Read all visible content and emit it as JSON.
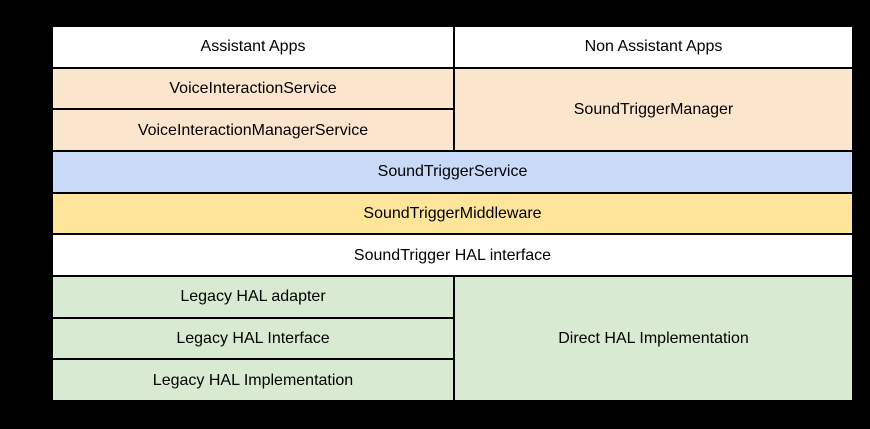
{
  "canvas": {
    "background": "#000000"
  },
  "diagram": {
    "type": "layered-stack",
    "description": "SoundTrigger architecture stack diagram",
    "colors": {
      "apps_layer": "#ffffff",
      "framework_api_layer": "#fce5cd",
      "system_service_layer": "#c9daf8",
      "middleware_layer": "#ffe599",
      "hal_interface_layer": "#ffffff",
      "hal_implementation_layer": "#d9ead3",
      "border": "#000000",
      "text": "#000000"
    },
    "cells": [
      {
        "id": "assistant-apps",
        "label": "Assistant Apps",
        "color": "#ffffff"
      },
      {
        "id": "non-assistant-apps",
        "label": "Non Assistant Apps",
        "color": "#ffffff"
      },
      {
        "id": "voice-interaction-service",
        "label": "VoiceInteractionService",
        "color": "#fce5cd"
      },
      {
        "id": "sound-trigger-manager",
        "label": "SoundTriggerManager",
        "color": "#fce5cd"
      },
      {
        "id": "voice-interaction-manager-service",
        "label": "VoiceInteractionManagerService",
        "color": "#fce5cd"
      },
      {
        "id": "sound-trigger-service",
        "label": "SoundTriggerService",
        "color": "#c9daf8"
      },
      {
        "id": "sound-trigger-middleware",
        "label": "SoundTriggerMiddleware",
        "color": "#ffe599"
      },
      {
        "id": "soundtrigger-hal-interface",
        "label": "SoundTrigger HAL interface",
        "color": "#ffffff"
      },
      {
        "id": "legacy-hal-adapter",
        "label": "Legacy HAL adapter",
        "color": "#d9ead3"
      },
      {
        "id": "direct-hal-implementation",
        "label": "Direct HAL Implementation",
        "color": "#d9ead3"
      },
      {
        "id": "legacy-hal-interface",
        "label": "Legacy HAL Interface",
        "color": "#d9ead3"
      },
      {
        "id": "legacy-hal-implementation",
        "label": "Legacy HAL Implementation",
        "color": "#d9ead3"
      }
    ]
  }
}
